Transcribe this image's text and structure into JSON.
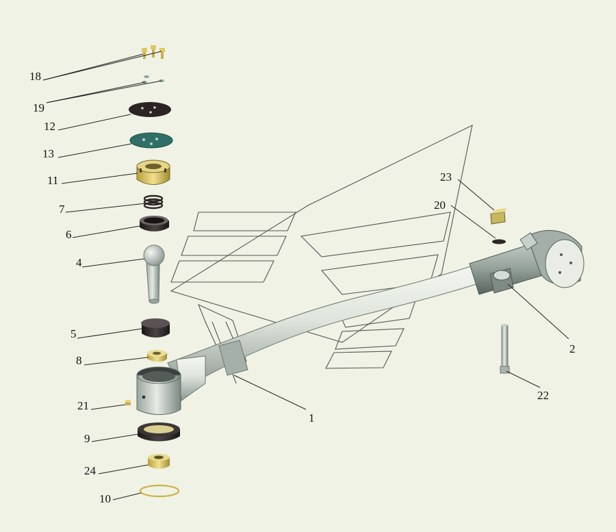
{
  "diagram": {
    "type": "exploded-assembly",
    "callouts": [
      "18",
      "19",
      "12",
      "13",
      "11",
      "7",
      "6",
      "4",
      "5",
      "8",
      "21",
      "9",
      "24",
      "10",
      "1",
      "2",
      "20",
      "23",
      "22"
    ]
  },
  "colors": {
    "background": "#eff2e4",
    "metal_light": "#e8ece2",
    "metal_mid": "#b9c2bb",
    "metal_dark": "#5f6b66",
    "rubber": "#2a2424",
    "brass": "#e6d27a",
    "teal_plate": "#2f6f66",
    "leader": "#222222"
  },
  "parts": [
    {
      "callout": "18",
      "part": "screws"
    },
    {
      "callout": "19",
      "part": "washers"
    },
    {
      "callout": "12",
      "part": "gasket"
    },
    {
      "callout": "13",
      "part": "cover plate"
    },
    {
      "callout": "11",
      "part": "threaded plug"
    },
    {
      "callout": "7",
      "part": "spring"
    },
    {
      "callout": "6",
      "part": "ring"
    },
    {
      "callout": "4",
      "part": "ball pin"
    },
    {
      "callout": "5",
      "part": "bushing"
    },
    {
      "callout": "8",
      "part": "insert"
    },
    {
      "callout": "21",
      "part": "grease fitting"
    },
    {
      "callout": "9",
      "part": "seal"
    },
    {
      "callout": "24",
      "part": "nut"
    },
    {
      "callout": "10",
      "part": "retaining ring"
    },
    {
      "callout": "1",
      "part": "tie rod"
    },
    {
      "callout": "2",
      "part": "clamp"
    },
    {
      "callout": "20",
      "part": "washer"
    },
    {
      "callout": "23",
      "part": "nut"
    },
    {
      "callout": "22",
      "part": "bolt"
    }
  ]
}
